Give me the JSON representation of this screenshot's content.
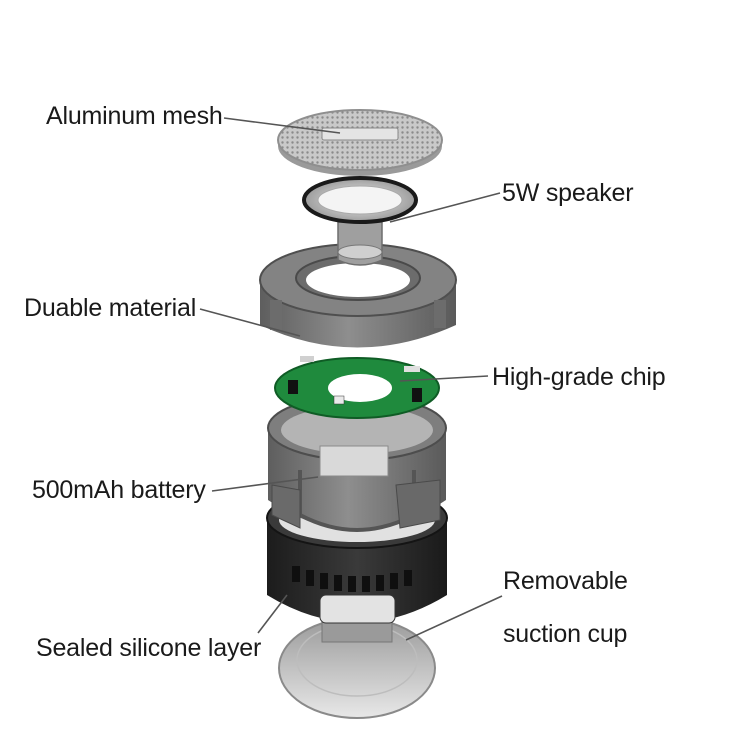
{
  "labels": {
    "aluminum_mesh": "Aluminum mesh",
    "speaker": "5W speaker",
    "material": "Duable material",
    "chip": "High-grade chip",
    "battery": "500mAh battery",
    "removable": "Removable",
    "suction_cup": "suction cup",
    "silicone": "Sealed silicone layer"
  },
  "colors": {
    "mesh": "#b9b9b9",
    "shell_gray": "#7b7b7b",
    "shell_dark": "#5a5a5a",
    "pcb_green": "#1f8a3d",
    "silicone_black": "#222222",
    "suction_clear": "#dcdcdc",
    "leader_line": "#555555"
  }
}
